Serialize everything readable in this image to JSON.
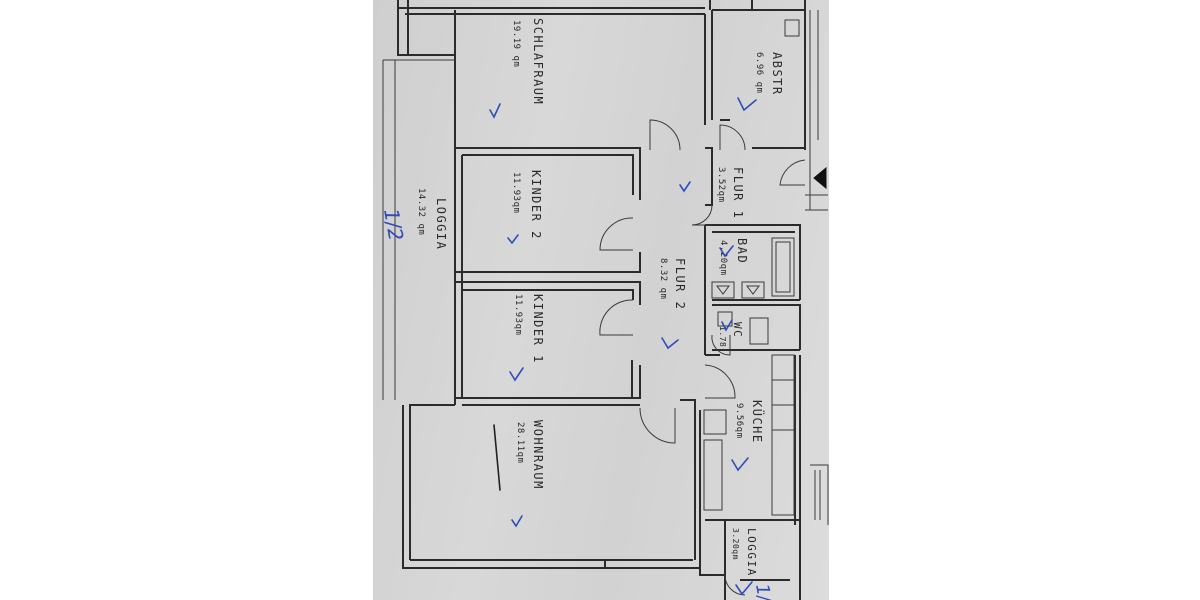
{
  "plan": {
    "rooms": {
      "schlafraum": {
        "name": "SCHLAFRAUM",
        "area": "19.19 qm"
      },
      "abstr": {
        "name": "ABSTR",
        "area": "6.96 qm"
      },
      "kinder2": {
        "name": "KINDER 2",
        "area": "11.93qm"
      },
      "flur1": {
        "name": "FLUR 1",
        "area": "3.52qm"
      },
      "loggia_main": {
        "name": "LOGGIA",
        "area": "14.32 qm"
      },
      "bad": {
        "name": "BAD",
        "area": "4.20qm"
      },
      "flur2": {
        "name": "FLUR 2",
        "area": "8.32 qm"
      },
      "kinder1": {
        "name": "KINDER 1",
        "area": "11.93qm"
      },
      "wc": {
        "name": "WC",
        "area": "1.78"
      },
      "kueche": {
        "name": "KÜCHE",
        "area": "9.56qm"
      },
      "wohnraum": {
        "name": "WOHNRAUM",
        "area": "28.11qm"
      },
      "loggia_small": {
        "name": "LOGGIA",
        "area": "3.20qm"
      }
    },
    "annotations": {
      "loggia_fraction": "1/2",
      "corner_fraction": "1/"
    },
    "colors": {
      "paper": "#d6d6d7",
      "ink": "#2b2b2b",
      "pen": "#2f4db8"
    }
  }
}
